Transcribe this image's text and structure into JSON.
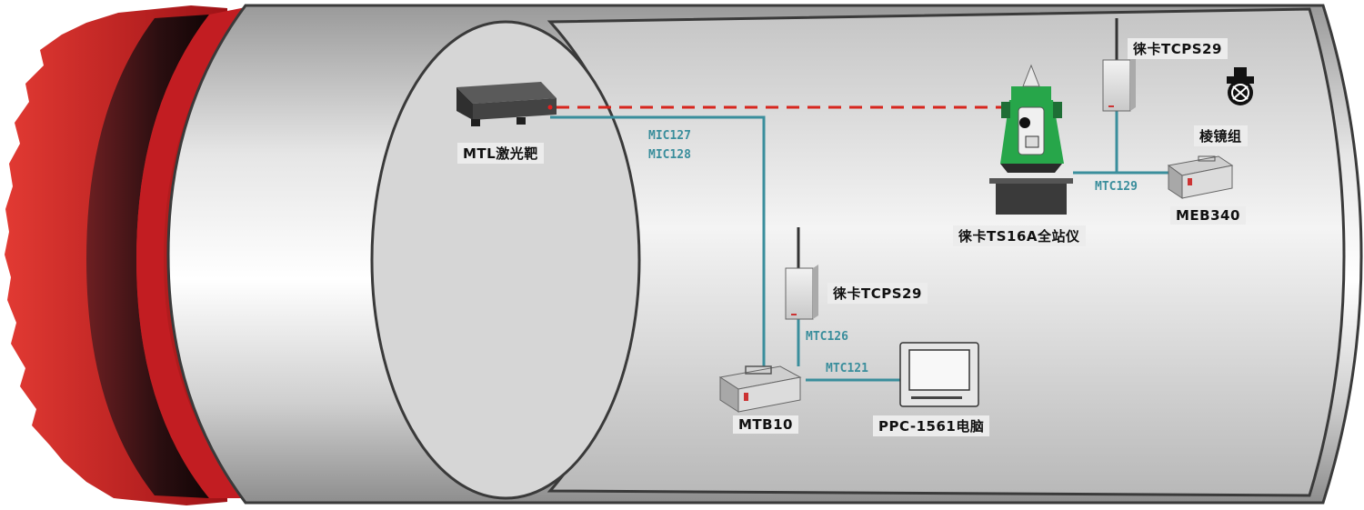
{
  "labels": {
    "laser_target": "MTL激光靶",
    "total_station": "徕卡TS16A全站仪",
    "tcps_top": "徕卡TCPS29",
    "tcps_mid": "徕卡TCPS29",
    "prism_group": "棱镜组",
    "meb": "MEB340",
    "mtb": "MTB10",
    "ppc": "PPC-1561电脑"
  },
  "cables": {
    "mic127": "MIC127",
    "mic128": "MIC128",
    "mtc129": "MTC129",
    "mtc126": "MTC126",
    "mtc121": "MTC121"
  },
  "colors": {
    "cable": "#3a8e9c",
    "laser": "#d7261e",
    "shield_red": "#d8262a",
    "station_green": "#27a64a",
    "tunnel_fill": "#d8d8d8",
    "tunnel_outline": "#3a3a3a"
  }
}
